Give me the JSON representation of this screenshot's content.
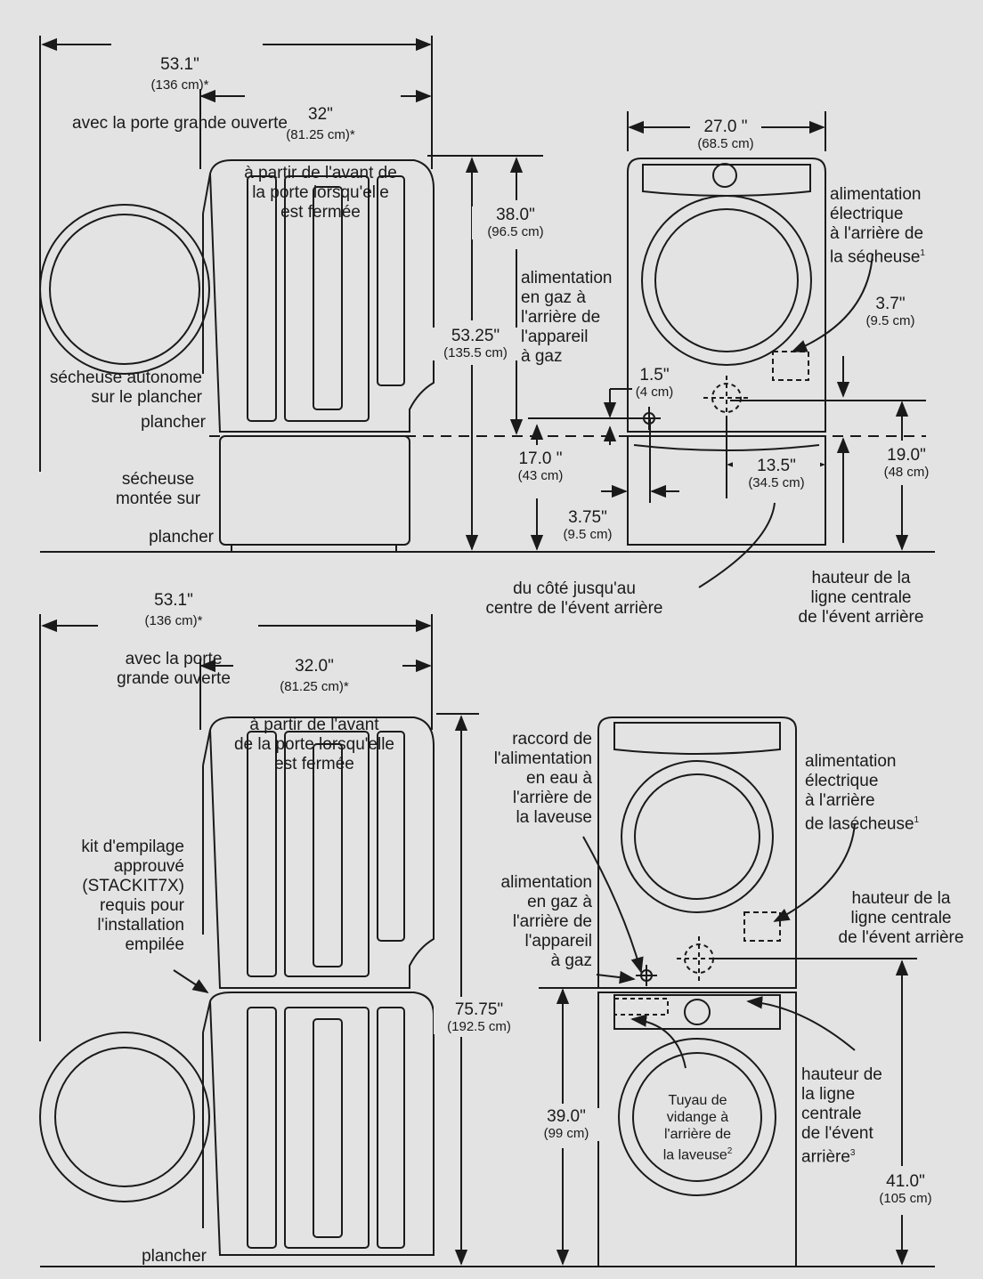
{
  "colors": {
    "background": "#e3e3e3",
    "ink": "#1a1a1a"
  },
  "top": {
    "open_door": {
      "in": "53.1\"",
      "cm": "(136 cm)*",
      "text": "avec la porte grande ouverte"
    },
    "closed_door": {
      "in": "32\"",
      "cm": "(81.25 cm)*",
      "text": "à partir de l'avant de\nla porte lorsqu'elle\nest fermée"
    },
    "width": {
      "in": "27.0 \"",
      "cm": "(68.5 cm)"
    },
    "height_dryer": {
      "in": "38.0\"",
      "cm": "(96.5 cm)"
    },
    "height_total": {
      "in": "53.25\"",
      "cm": "(135.5 cm)"
    },
    "pedestal": {
      "in": "17.0 \"",
      "cm": "(43 cm)"
    },
    "side_gap": {
      "in": "3.75\"",
      "cm": "(9.5 cm)"
    },
    "gas_offset": {
      "in": "1.5\"",
      "cm": "(4 cm)"
    },
    "elec_offset": {
      "in": "3.7\"",
      "cm": "(9.5 cm)"
    },
    "vent_side": {
      "in": "13.5\"",
      "cm": "(34.5 cm)"
    },
    "vent_height": {
      "in": "19.0\"",
      "cm": "(48 cm)"
    },
    "electric_label": "alimentation\nélectrique\nà l'arrière de\nla sécheuse",
    "electric_sup": "1",
    "gas_label": "alimentation\nen gaz à\nl'arrière de\nl'appareil\nà gaz",
    "standalone_label": "sécheuse autonome\nsur le plancher",
    "floor_label_1": "plancher",
    "mounted_label": "sécheuse\nmontée sur",
    "floor_label_2": "plancher",
    "vent_side_label": "du côté jusqu'au\ncentre de l'évent arrière",
    "vent_height_label": "hauteur de la\nligne centrale\nde l'évent arrière"
  },
  "bottom": {
    "open_door": {
      "in": "53.1\"",
      "cm": "(136 cm)*",
      "text": "avec la porte\ngrande ouverte"
    },
    "closed_door": {
      "in": "32.0\"",
      "cm": "(81.25 cm)*",
      "text": "à partir de l'avant\nde la porte lorsqu'elle\nest fermée"
    },
    "height_total": {
      "in": "75.75\"",
      "cm": "(192.5 cm)"
    },
    "washer_height": {
      "in": "39.0\"",
      "cm": "(99 cm)"
    },
    "vent_height": {
      "in": "41.0\"",
      "cm": "(105 cm)"
    },
    "stack_kit_label": "kit d'empilage\napprouvé\n(STACKIT7X)\nrequis pour\nl'installation\nempilée",
    "water_label": "raccord de\nl'alimentation\nen eau à\nl'arrière de\nla laveuse",
    "gas_label": "alimentation\nen gaz à\nl'arrière de\nl'appareil\nà gaz",
    "electric_label": "alimentation\nélectrique\nà l'arrière\nde lasécheuse",
    "electric_sup": "1",
    "vent_label": "hauteur de la\nligne centrale\nde l'évent arrière",
    "drain_label": "Tuyau de\nvidange à\nl'arrière de\nla laveuse",
    "drain_sup": "2",
    "vent_rear_label": "hauteur de\nla ligne\ncentrale\nde l'évent\narrière",
    "vent_rear_sup": "3",
    "floor_label": "plancher"
  }
}
